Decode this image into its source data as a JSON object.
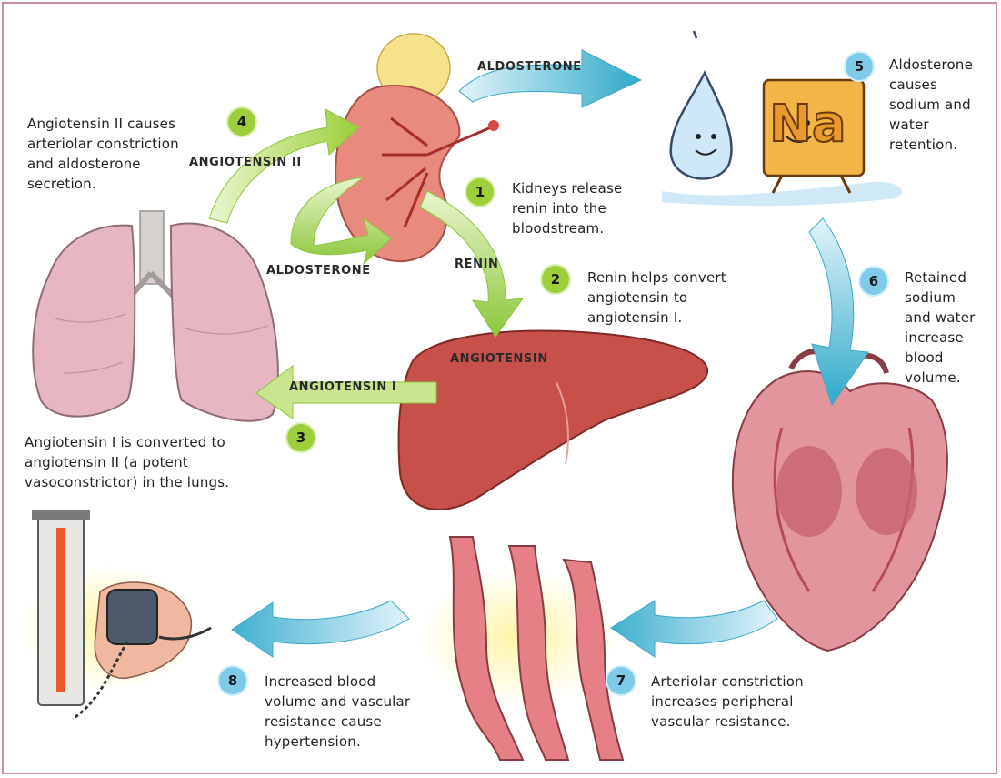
{
  "colors": {
    "green_step": "#9ccf3a",
    "blue_step": "#7ecbe9",
    "green_arrow": "#b6dc6a",
    "blue_arrow": "#4fb6d2",
    "organ_red": "#c8504a",
    "frame": "#c98f9e"
  },
  "steps": [
    {
      "number": "1",
      "text": "Kidneys release\nrenin into the\nbloodstream."
    },
    {
      "number": "2",
      "text": "Renin helps convert\nangiotensin to\nangiotensin I."
    },
    {
      "number": "3",
      "text": "Angiotensin I is converted to\nangiotensin II (a potent\nvasoconstrictor) in the lungs."
    },
    {
      "number": "4",
      "text": "Angiotensin II causes\narteriolar constriction\nand aldosterone\nsecretion."
    },
    {
      "number": "5",
      "text": "Aldosterone\ncauses\nsodium and\nwater\nretention."
    },
    {
      "number": "6",
      "text": "Retained\nsodium\nand water\nincrease\nblood\nvolume."
    },
    {
      "number": "7",
      "text": "Arteriolar constriction\nincreases peripheral\nvascular resistance."
    },
    {
      "number": "8",
      "text": "Increased blood\nvolume and vascular\nresistance cause\nhypertension."
    }
  ],
  "arrow_labels": {
    "aldosterone_top": "Aldosterone",
    "angiotensin_ii": "Angiotensin II",
    "aldosterone_left": "Aldosterone",
    "renin": "Renin",
    "angiotensin": "Angiotensin",
    "angiotensin_i": "Angiotensin I"
  },
  "sodium_symbol": "Na",
  "icons": [
    "kidney-icon",
    "lungs-icon",
    "liver-icon",
    "heart-icon",
    "water-drop-icon",
    "arterioles-icon",
    "sphygmomanometer-icon"
  ]
}
